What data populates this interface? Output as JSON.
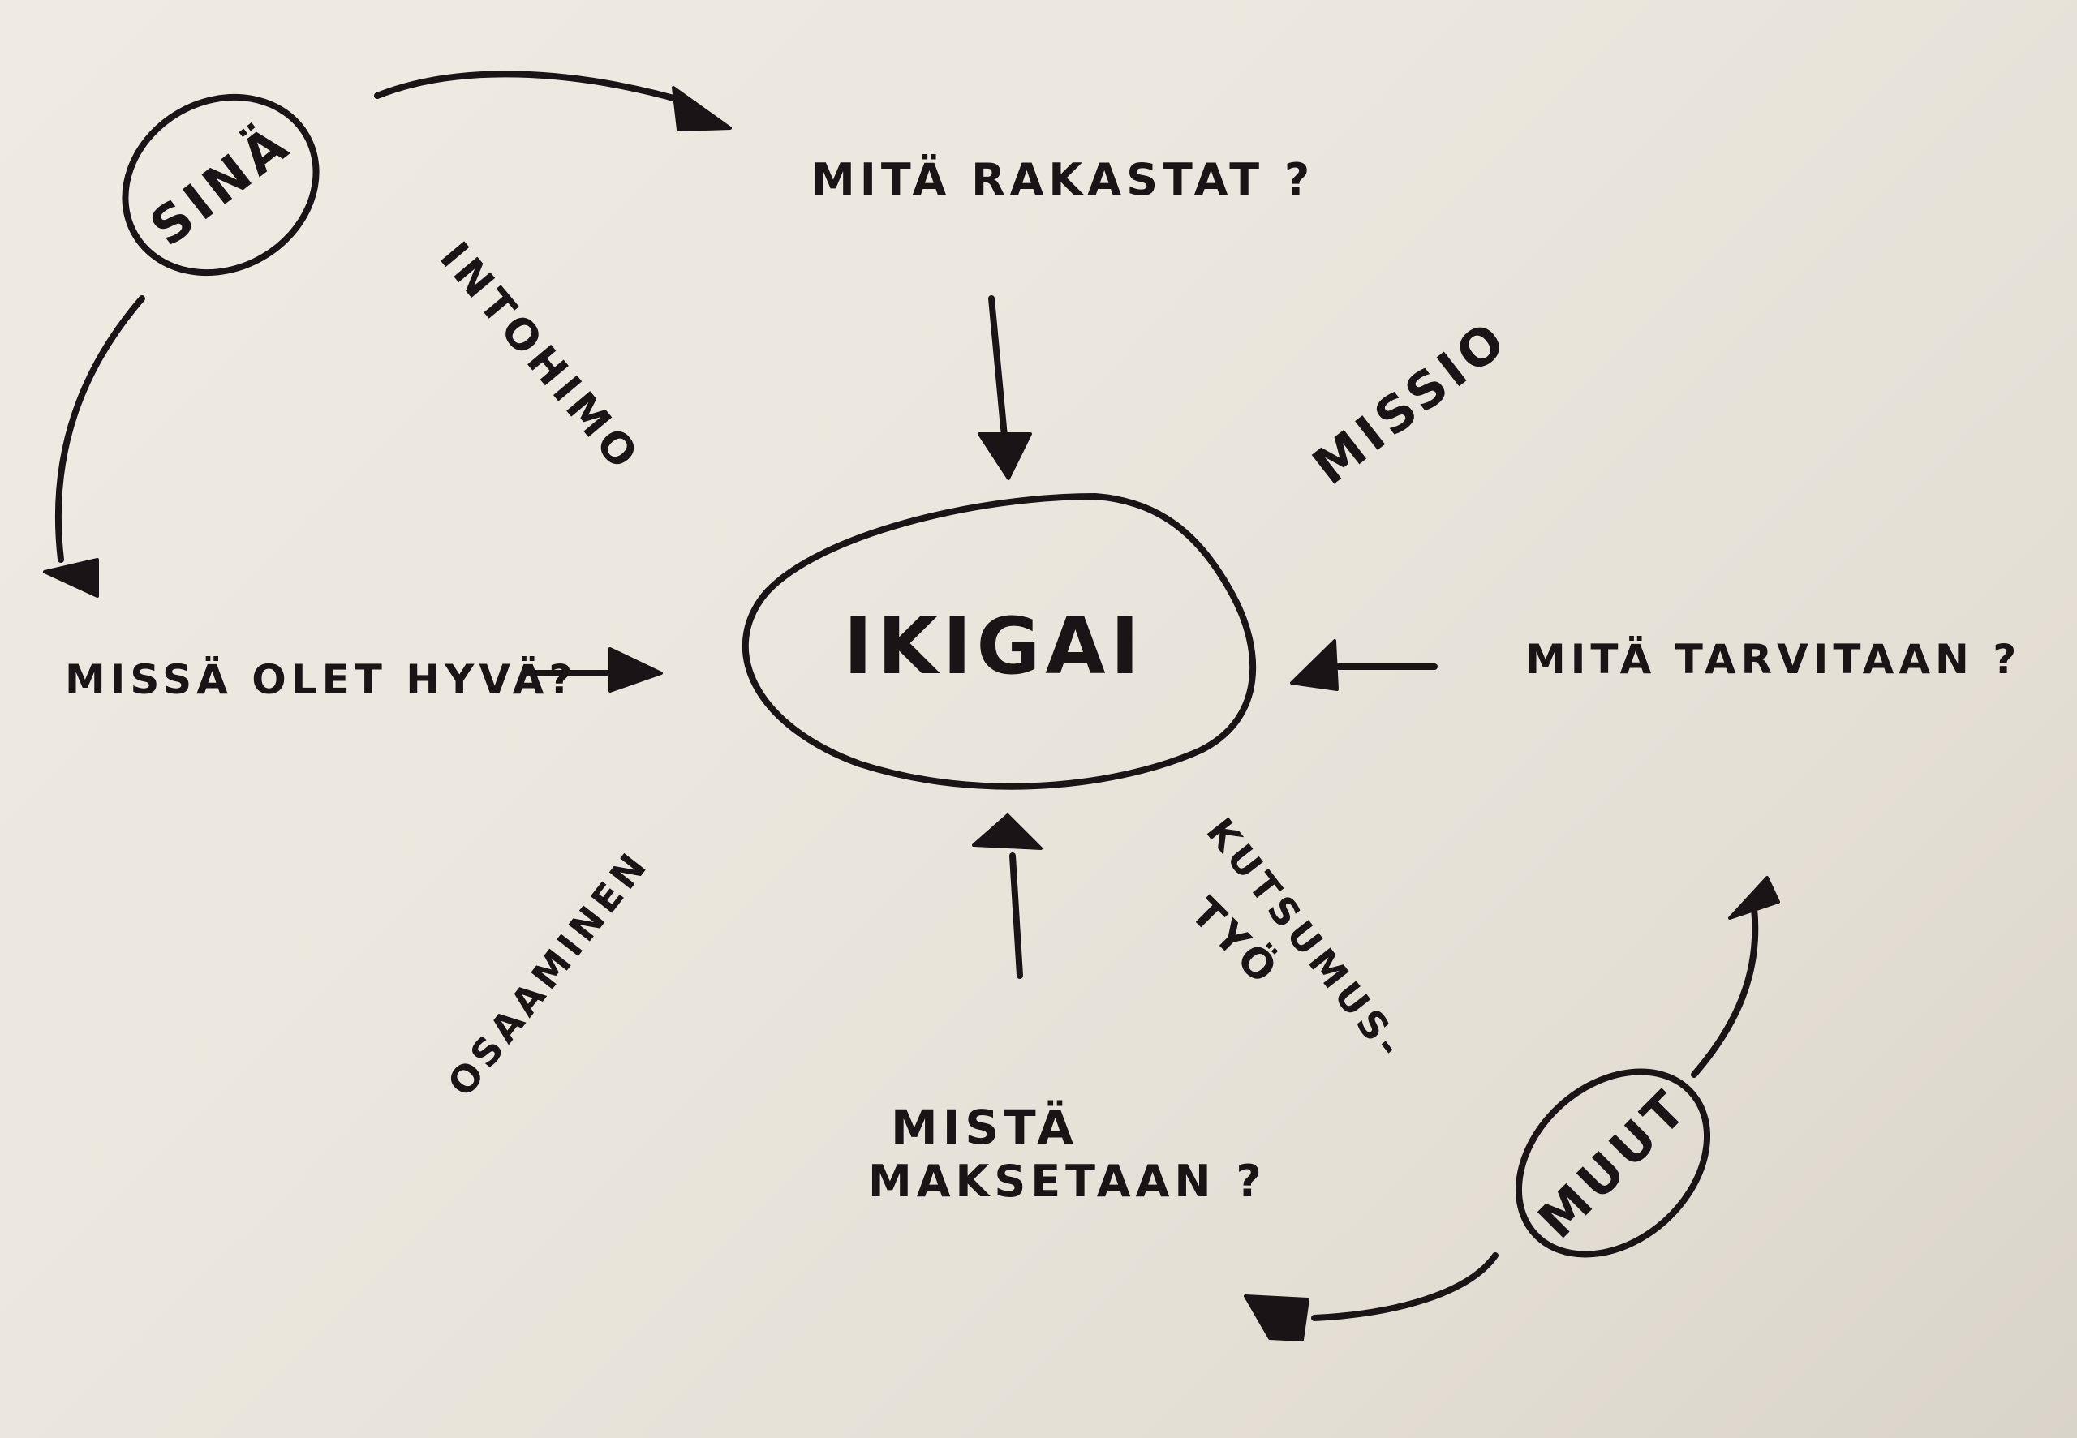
{
  "center": {
    "label": "IKIGAI"
  },
  "actors": {
    "self": "SINÄ",
    "others": "MUUT"
  },
  "questions": {
    "love": "MITÄ RAKASTAT ?",
    "good_at": "MISSÄ OLET HYVÄ?",
    "needed": "MITÄ TARVITAAN ?",
    "paid_line1": "MISTÄ",
    "paid_line2": "MAKSETAAN ?"
  },
  "overlaps": {
    "passion": "INTOHIMO",
    "mission": "MISSIO",
    "profession": "OSAAMINEN",
    "vocation_line1": "KUTSUMUS-",
    "vocation_line2": "TYÖ"
  },
  "colors": {
    "ink": "#1a1416",
    "paper": "#ebe7de"
  }
}
